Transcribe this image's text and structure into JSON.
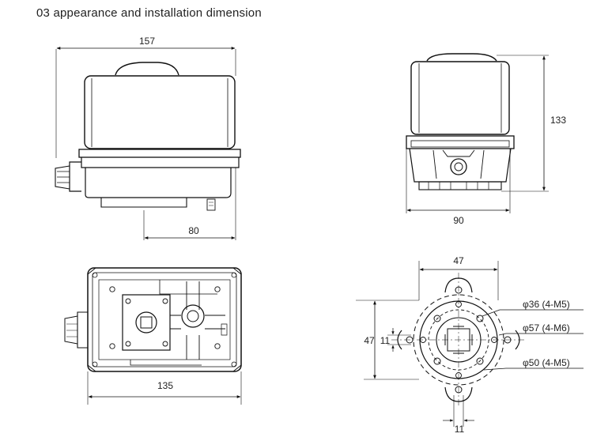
{
  "title": "03 appearance and installation dimension",
  "dimensions": {
    "front_width": "157",
    "front_depth": "80",
    "side_height": "133",
    "side_width": "90",
    "bottom_width": "135",
    "flange_width": "47",
    "flange_height": "47",
    "bolt_inner": "11",
    "square_bottom": "11"
  },
  "callouts": {
    "pcd36": "φ36 (4-M5)",
    "pcd57": "φ57 (4-M6)",
    "pcd50": "φ50 (4-M5)"
  },
  "colors": {
    "line": "#111111",
    "text": "#222222"
  }
}
